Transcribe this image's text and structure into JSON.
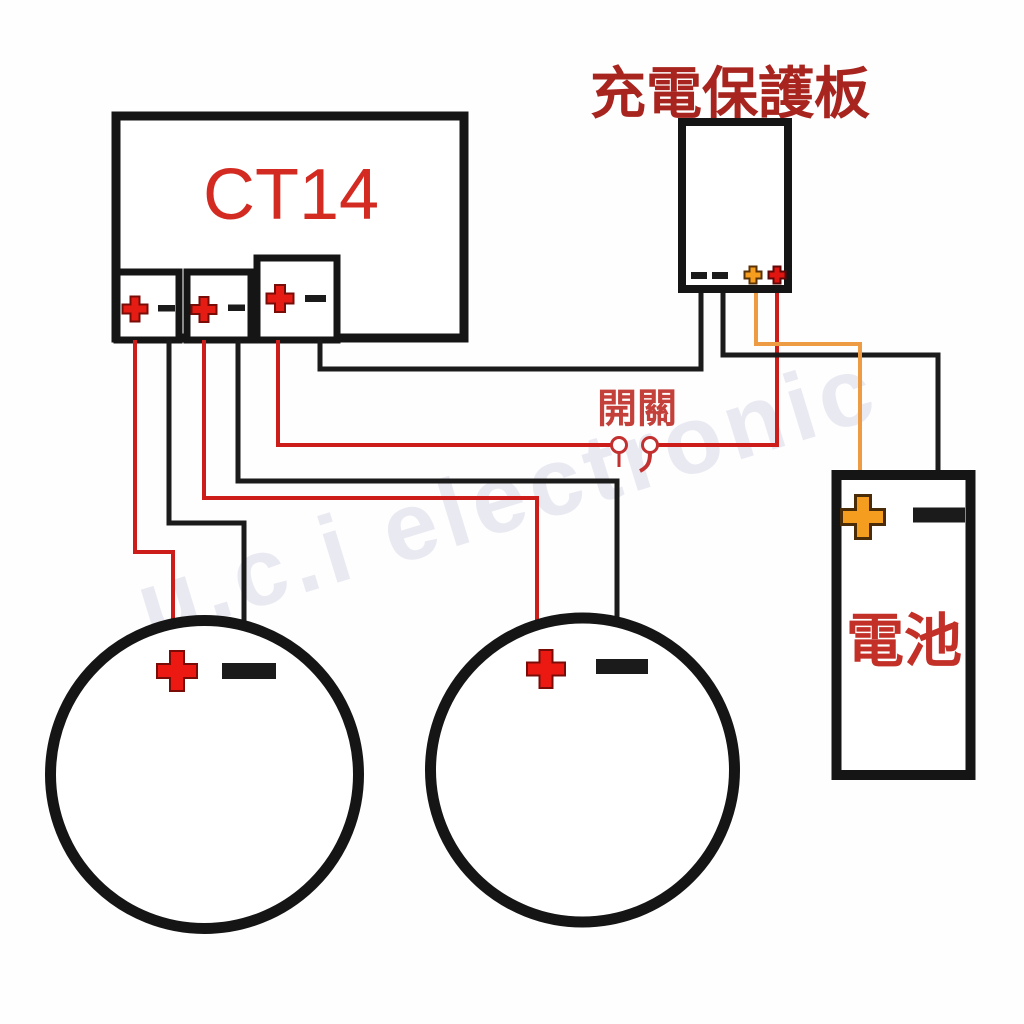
{
  "labels": {
    "ct14": "CT14",
    "protection_board": "充電保護板",
    "switch": "開關",
    "battery": "電池"
  },
  "watermark": {
    "text": "u.c.i electronic"
  },
  "colors": {
    "wire_red": "#cc1d1a",
    "wire_black": "#1b1b1b",
    "wire_orange": "#ed9c44",
    "ct14_label_red": "#d32b22",
    "board_title_red": "#a8241e",
    "switch_label_red": "#c4403a",
    "battery_label_red": "#c23028",
    "terminal_orange": "#f59d1e",
    "terminal_red": "#e41c14",
    "outline_black": "#151515",
    "watermark_gray": "#e9e9f2"
  },
  "components": [
    {
      "id": "ct14",
      "type": "amplifier-board",
      "label": "CT14",
      "terminal_blocks": [
        {
          "name": "channel-1",
          "terminals": [
            "+",
            "-"
          ]
        },
        {
          "name": "channel-2",
          "terminals": [
            "+",
            "-"
          ]
        },
        {
          "name": "power",
          "terminals": [
            "+",
            "-"
          ]
        }
      ]
    },
    {
      "id": "protection-board",
      "type": "charge-protection-board",
      "label": "充電保護板",
      "terminals": [
        "-",
        "-",
        "+",
        "+"
      ]
    },
    {
      "id": "switch",
      "type": "toggle-switch",
      "label": "開關",
      "state": "open"
    },
    {
      "id": "battery",
      "type": "battery",
      "label": "電池",
      "terminals": [
        "+",
        "-"
      ]
    },
    {
      "id": "speaker-1",
      "type": "speaker",
      "terminals": [
        "+",
        "-"
      ]
    },
    {
      "id": "speaker-2",
      "type": "speaker",
      "terminals": [
        "+",
        "-"
      ]
    }
  ],
  "connections": [
    {
      "from": "ct14.channel-1.+",
      "to": "speaker-1.+",
      "wire": "red"
    },
    {
      "from": "ct14.channel-1.-",
      "to": "speaker-1.-",
      "wire": "black"
    },
    {
      "from": "ct14.channel-2.+",
      "to": "speaker-2.+",
      "wire": "red"
    },
    {
      "from": "ct14.channel-2.-",
      "to": "speaker-2.-",
      "wire": "black"
    },
    {
      "from": "ct14.power.+",
      "to": "switch.left-contact",
      "wire": "red"
    },
    {
      "from": "switch.right-contact",
      "to": "protection-board.+",
      "wire": "red"
    },
    {
      "from": "ct14.power.-",
      "to": "protection-board.-",
      "wire": "black"
    },
    {
      "from": "protection-board.-",
      "to": "battery.-",
      "wire": "black"
    },
    {
      "from": "protection-board.+",
      "to": "battery.+",
      "wire": "orange"
    }
  ]
}
